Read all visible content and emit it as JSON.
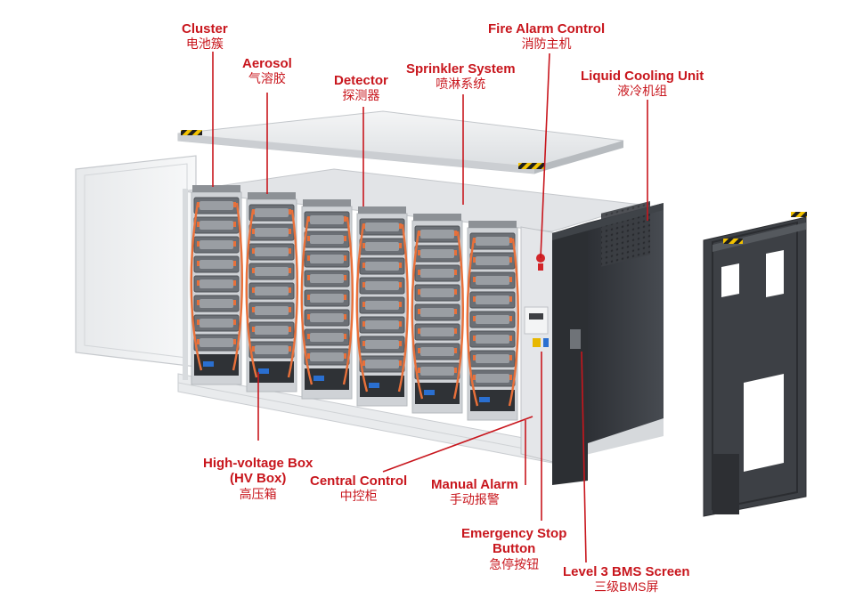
{
  "colors": {
    "label": "#c8161d",
    "leader": "#c8161d",
    "cabinet": "#3a3d42",
    "module": "#6b6f75",
    "cable": "#e8703a",
    "rack": "#cfd2d6",
    "hazard_stripe": "#f2c200"
  },
  "labels": {
    "cluster": {
      "en": "Cluster",
      "zh": "电池簇"
    },
    "aerosol": {
      "en": "Aerosol",
      "zh": "气溶胶"
    },
    "detector": {
      "en": "Detector",
      "zh": "探测器"
    },
    "sprinkler": {
      "en": "Sprinkler System",
      "zh": "喷淋系统"
    },
    "fire_alarm": {
      "en": "Fire Alarm Control",
      "zh": "消防主机"
    },
    "liquid_cooling": {
      "en": "Liquid Cooling Unit",
      "zh": "液冷机组"
    },
    "hv_box": {
      "en1": "High-voltage Box",
      "en2": "(HV Box)",
      "zh": "高压箱"
    },
    "central_control": {
      "en": "Central Control",
      "zh": "中控柜"
    },
    "manual_alarm": {
      "en": "Manual Alarm",
      "zh": "手动报警"
    },
    "estop": {
      "en1": "Emergency Stop",
      "en2": "Button",
      "zh": "急停按钮"
    },
    "bms": {
      "en": "Level 3 BMS Screen",
      "zh": "三级BMS屏"
    }
  }
}
